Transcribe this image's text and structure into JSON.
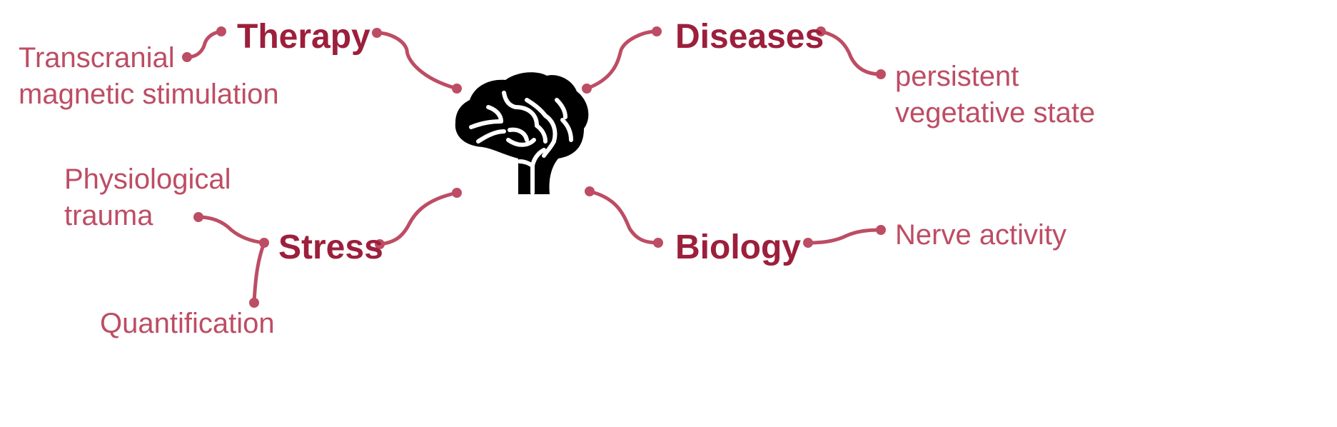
{
  "colors": {
    "main_text": "#9c1f3c",
    "sub_text": "#bd4d64",
    "connector": "#bd4d64",
    "brain_fill": "#000000",
    "brain_vein": "#ffffff"
  },
  "center": {
    "icon": "brain-icon"
  },
  "topics": [
    {
      "id": "therapy",
      "label": "Therapy",
      "details": [
        {
          "lines": [
            "Transcranial",
            "magnetic stimulation"
          ]
        }
      ]
    },
    {
      "id": "diseases",
      "label": "Diseases",
      "details": [
        {
          "lines": [
            "persistent",
            "vegetative state"
          ]
        }
      ]
    },
    {
      "id": "stress",
      "label": "Stress",
      "details": [
        {
          "lines": [
            "Physiological",
            "trauma"
          ]
        },
        {
          "lines": [
            "Quantification"
          ]
        }
      ]
    },
    {
      "id": "biology",
      "label": "Biology",
      "details": [
        {
          "lines": [
            "Nerve activity"
          ]
        }
      ]
    }
  ]
}
